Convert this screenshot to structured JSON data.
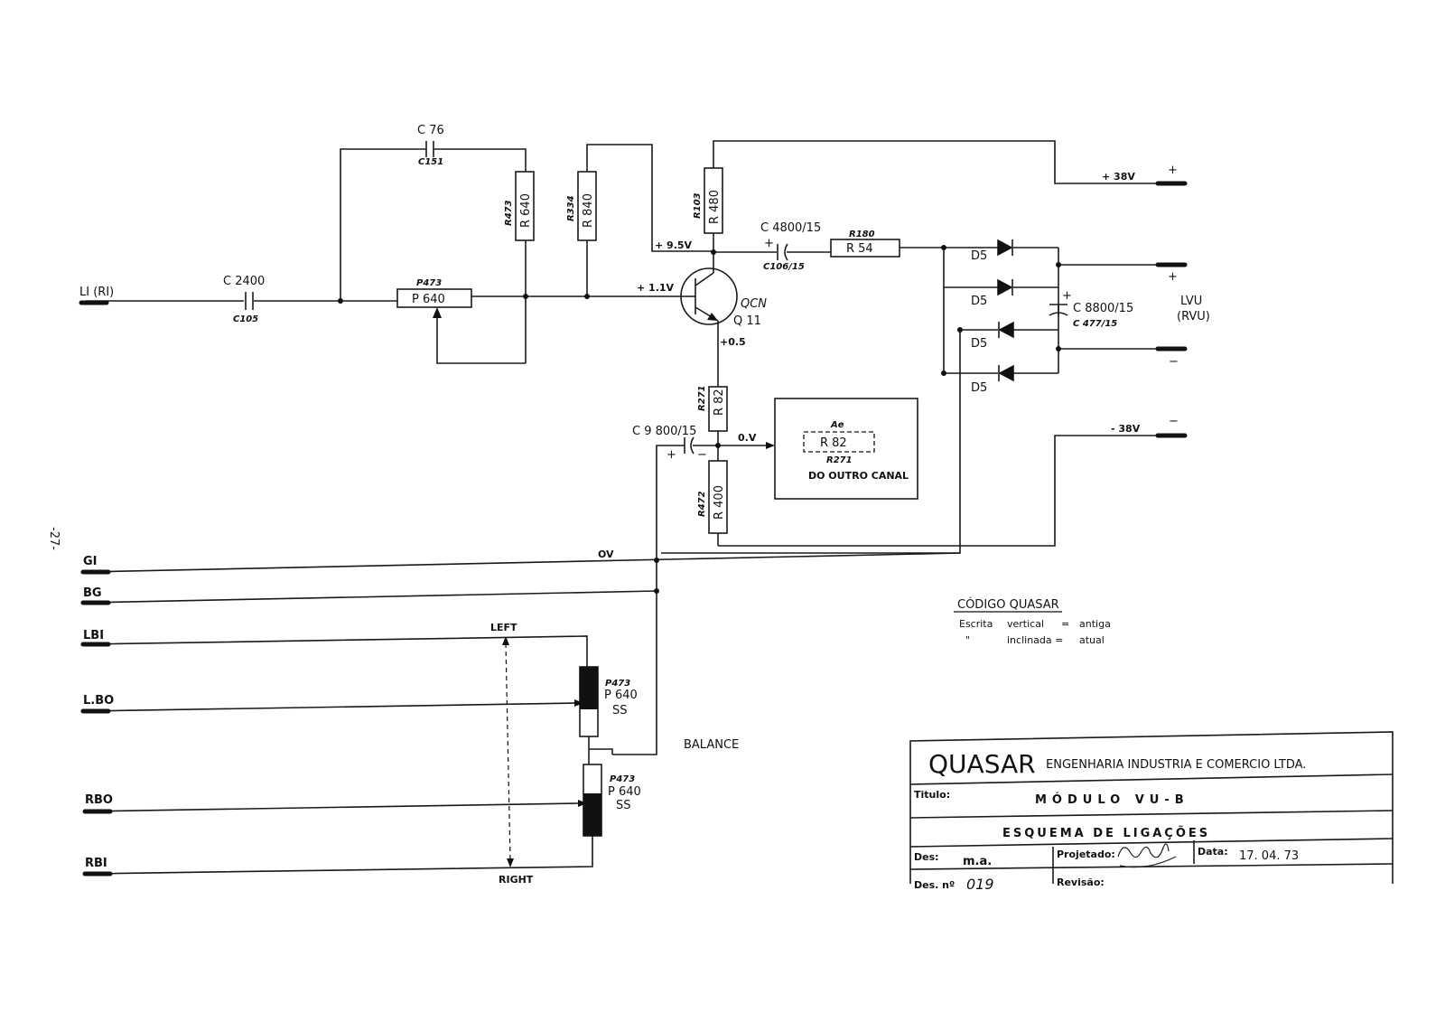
{
  "page_number": "-27-",
  "inputs": {
    "li": "LI (RI)",
    "gi": "GI",
    "bg": "BG",
    "lbi": "LBI",
    "lbo": "L.BO",
    "rbo": "RBO",
    "rbi": "RBI"
  },
  "components": {
    "c76": "C 76",
    "c151": "C151",
    "c2400": "C 2400",
    "c105": "C105",
    "p473_top": "P473",
    "p640_top": "P 640",
    "r473": "R473",
    "r640": "R 640",
    "r334": "R334",
    "r840": "R 840",
    "r103": "R103",
    "r480": "R 480",
    "c4800": "C 4800/15",
    "c106": "C106/15",
    "r180": "R180",
    "r54": "R 54",
    "qcn": "QCN",
    "q11": "Q 11",
    "r271": "R271",
    "r82": "R 82",
    "c9800": "C 9 800/15",
    "r472": "R472",
    "r400": "R 400",
    "ae": "Ae",
    "r82_other": "R 82",
    "r271_other": "R271",
    "do_outro_canal": "DO OUTRO CANAL",
    "d5_1": "D5",
    "d5_2": "D5",
    "d5_3": "D5",
    "d5_4": "D5",
    "c8800": "C 8800/15",
    "c477": "C 477/15",
    "lvu": "LVU",
    "rvu": "(RVU)",
    "p473_left": "P473",
    "p640_left": "P 640",
    "ss_left": "SS",
    "p473_right": "P473",
    "p640_right": "P 640",
    "ss_right": "SS",
    "balance": "BALANCE",
    "left": "LEFT",
    "right": "RIGHT"
  },
  "voltages": {
    "v95": "+ 9.5V",
    "v11": "+ 1.1V",
    "v05": "+0.5",
    "v0": "0.V",
    "ov": "OV",
    "p38": "+ 38V",
    "m38": "- 38V",
    "plus": "+",
    "minus": "−"
  },
  "legend": {
    "title": "CÓDIGO QUASAR",
    "line1_a": "Escrita",
    "line1_b": "vertical",
    "line1_c": "=",
    "line1_d": "antiga",
    "line2_a": "\"",
    "line2_b": "inclinada =",
    "line2_d": "atual"
  },
  "title_block": {
    "company": "QUASAR",
    "company_rest": "ENGENHARIA INDUSTRIA E COMERCIO LTDA.",
    "titulo_label": "Titulo:",
    "titulo": "MÓDULO VU-B",
    "subtitle": "ESQUEMA DE LIGAÇÕES",
    "des_label": "Des:",
    "des": "m.a.",
    "projetado_label": "Projetado:",
    "data_label": "Data:",
    "data": "17. 04. 73",
    "desn_label": "Des. nº",
    "desn": "019",
    "revisao_label": "Revisão:"
  }
}
